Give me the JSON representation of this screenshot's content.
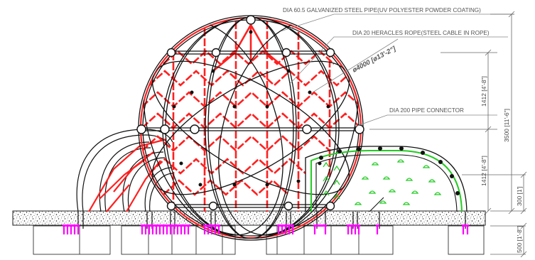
{
  "callouts": {
    "pipe": "DIA 60.5 GALVANIZED STEEL PIPE(UV POLYESTER POWDER COATING)",
    "rope": "DIA 20 HERACLES ROPE(STEEL CABLE IN ROPE)",
    "connector": "DIA 200 PIPE CONNECTOR"
  },
  "diameter_label": "ø4000 [ø13'-2\"]",
  "dimensions": {
    "upper": "1412 [4'-8\"]",
    "lower": "1412 [4'-8\"]",
    "total": "3500 [11'-6\"]",
    "above_ground": "300 [1']",
    "footing": "500 [1'-8\"]"
  },
  "colors": {
    "rope": "#ff2020",
    "pipe": "#111111",
    "green_net": "#22cc22",
    "anchor": "#ff00ff",
    "leader": "#888888"
  }
}
